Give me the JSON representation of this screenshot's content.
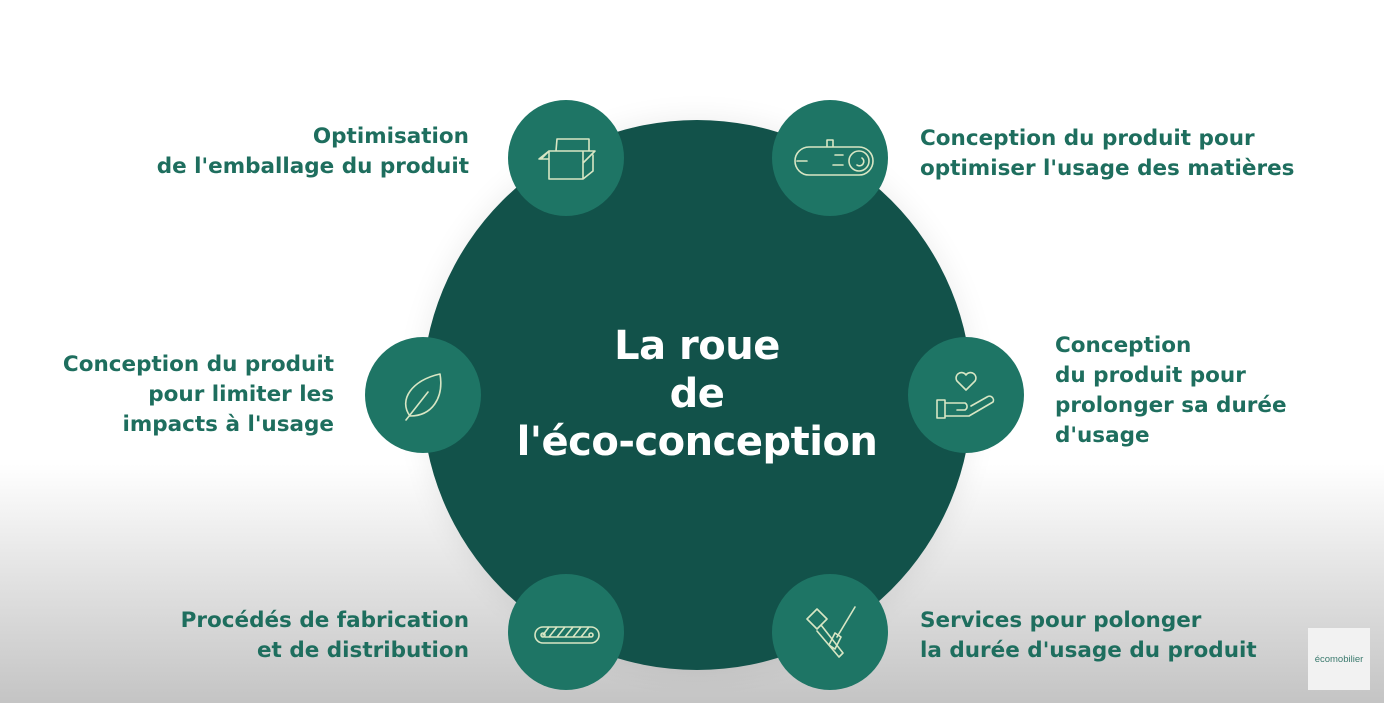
{
  "title_lines": [
    "La roue",
    "de",
    "l'éco-conception"
  ],
  "segments": [
    {
      "icon": "box-icon",
      "lines": [
        "Optimisation",
        "de l'emballage du produit"
      ]
    },
    {
      "icon": "log-icon",
      "lines": [
        "Conception du produit pour",
        "optimiser l'usage des matières"
      ]
    },
    {
      "icon": "leaf-icon",
      "lines": [
        "Conception du produit",
        "pour limiter les",
        "impacts à l'usage"
      ]
    },
    {
      "icon": "heart-hand-icon",
      "lines": [
        "Conception",
        "du produit pour",
        "prolonger sa durée",
        "d'usage"
      ]
    },
    {
      "icon": "conveyor-icon",
      "lines": [
        "Procédés de fabrication",
        "et de distribution"
      ]
    },
    {
      "icon": "tools-icon",
      "lines": [
        "Services pour polonger",
        "la durée d'usage du produit"
      ]
    }
  ],
  "logo": "écomobilier",
  "colors": {
    "wheel": "#12524a",
    "node": "#1e7565",
    "text": "#1e6e5e",
    "icon": "#d8e6c4"
  }
}
